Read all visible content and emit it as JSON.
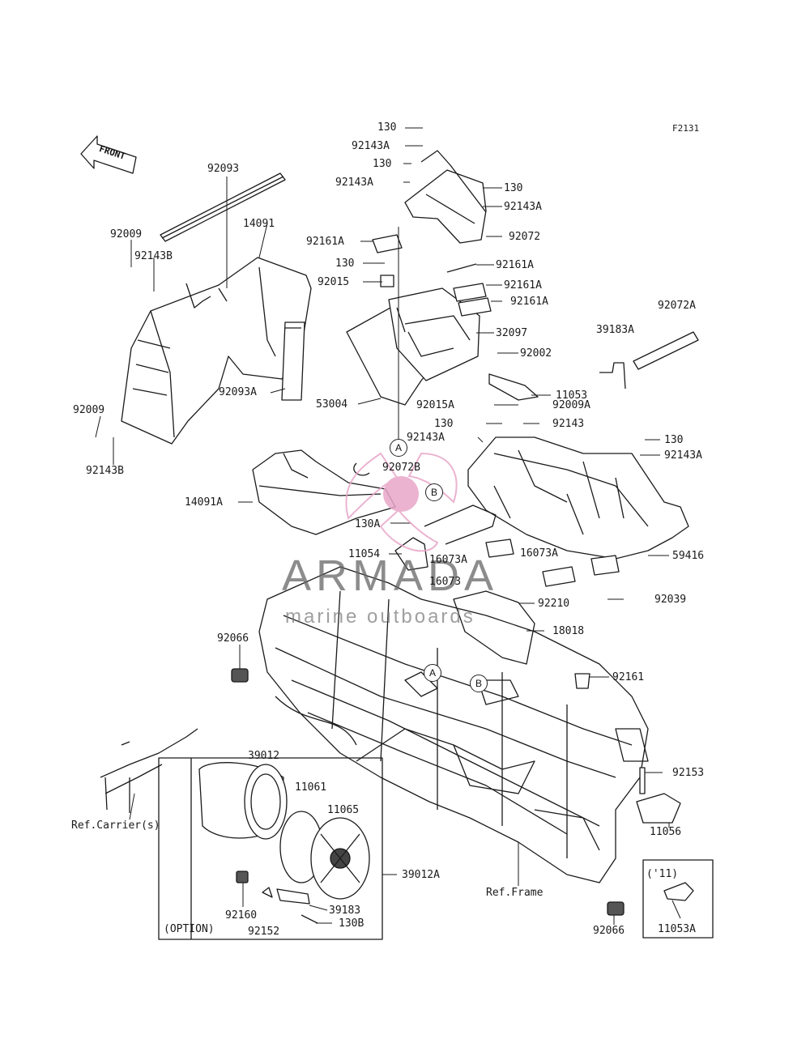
{
  "figure_code": "F2131",
  "front_label": "FRONT",
  "watermark": {
    "brand": "ARMADA",
    "tagline": "marine outboards",
    "accent": "#e8a6c8",
    "text_color": "#666666"
  },
  "callouts": [
    "A",
    "B",
    "A",
    "B"
  ],
  "parts": [
    "130",
    "92143A",
    "130",
    "92143A",
    "130",
    "92143A",
    "92072",
    "92161A",
    "130",
    "92015",
    "92161A",
    "92161A",
    "92161A",
    "32097",
    "92093",
    "14091",
    "92009",
    "92143B",
    "92093A",
    "53004",
    "92009",
    "92143B",
    "92072A",
    "39183A",
    "92002",
    "11053",
    "92015A",
    "92009A",
    "130",
    "92143",
    "92143A",
    "130",
    "92143A",
    "92072B",
    "14091A",
    "130A",
    "11054",
    "16073A",
    "16073",
    "16073A",
    "59416",
    "92210",
    "92039",
    "18018",
    "92066",
    "92161",
    "39012",
    "11061",
    "11065",
    "92153",
    "Ref.Carrier(s)",
    "39012A",
    "11056",
    "Ref.Frame",
    "('11)",
    "92160",
    "39183",
    "92152",
    "130B",
    "(OPTION)",
    "92066",
    "11053A"
  ],
  "colors": {
    "line": "#1a1a1a",
    "paper": "#ffffff"
  }
}
